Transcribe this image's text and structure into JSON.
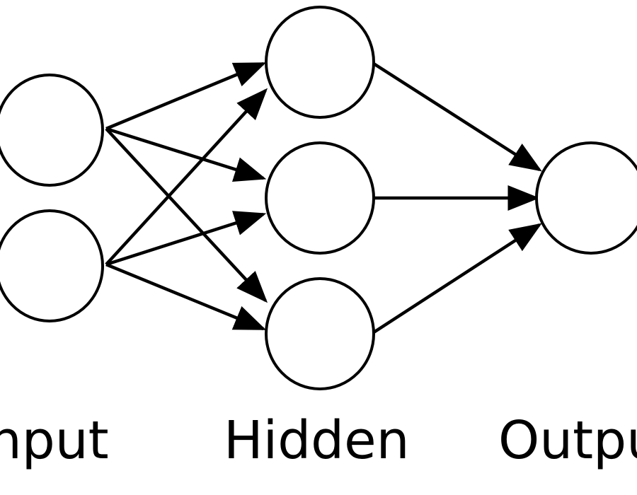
{
  "labels": {
    "input": "Input",
    "hidden": "Hidden",
    "output": "Output"
  },
  "colors": {
    "stroke": "#000000",
    "background": "#ffffff"
  }
}
